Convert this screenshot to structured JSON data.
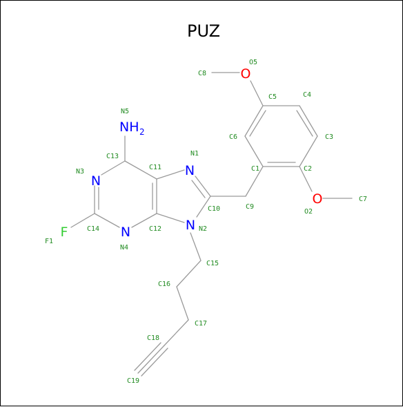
{
  "title": "PUZ",
  "colors": {
    "carbon_bond": "#9a9a9a",
    "nitrogen": "#0000ff",
    "oxygen": "#ff0000",
    "fluorine": "#33cc33",
    "index_label": "#1f8a1f",
    "background": "#ffffff"
  },
  "heteroatoms": {
    "N1": "N",
    "N2": "N",
    "N3": "N",
    "N4": "N",
    "N5_main": "NH",
    "N5_sub": "2",
    "O2": "O",
    "O5": "O",
    "F1": "F"
  },
  "atom_labels": {
    "C1": "C1",
    "C2": "C2",
    "C3": "C3",
    "C4": "C4",
    "C5": "C5",
    "C6": "C6",
    "C7": "C7",
    "C8": "C8",
    "C9": "C9",
    "C10": "C10",
    "C11": "C11",
    "C12": "C12",
    "C13": "C13",
    "C14": "C14",
    "C15": "C15",
    "C16": "C16",
    "C17": "C17",
    "C18": "C18",
    "C19": "C19",
    "N1": "N1",
    "N2": "N2",
    "N3": "N3",
    "N4": "N4",
    "N5": "N5",
    "O2": "O2",
    "O5": "O5",
    "F1": "F1"
  }
}
